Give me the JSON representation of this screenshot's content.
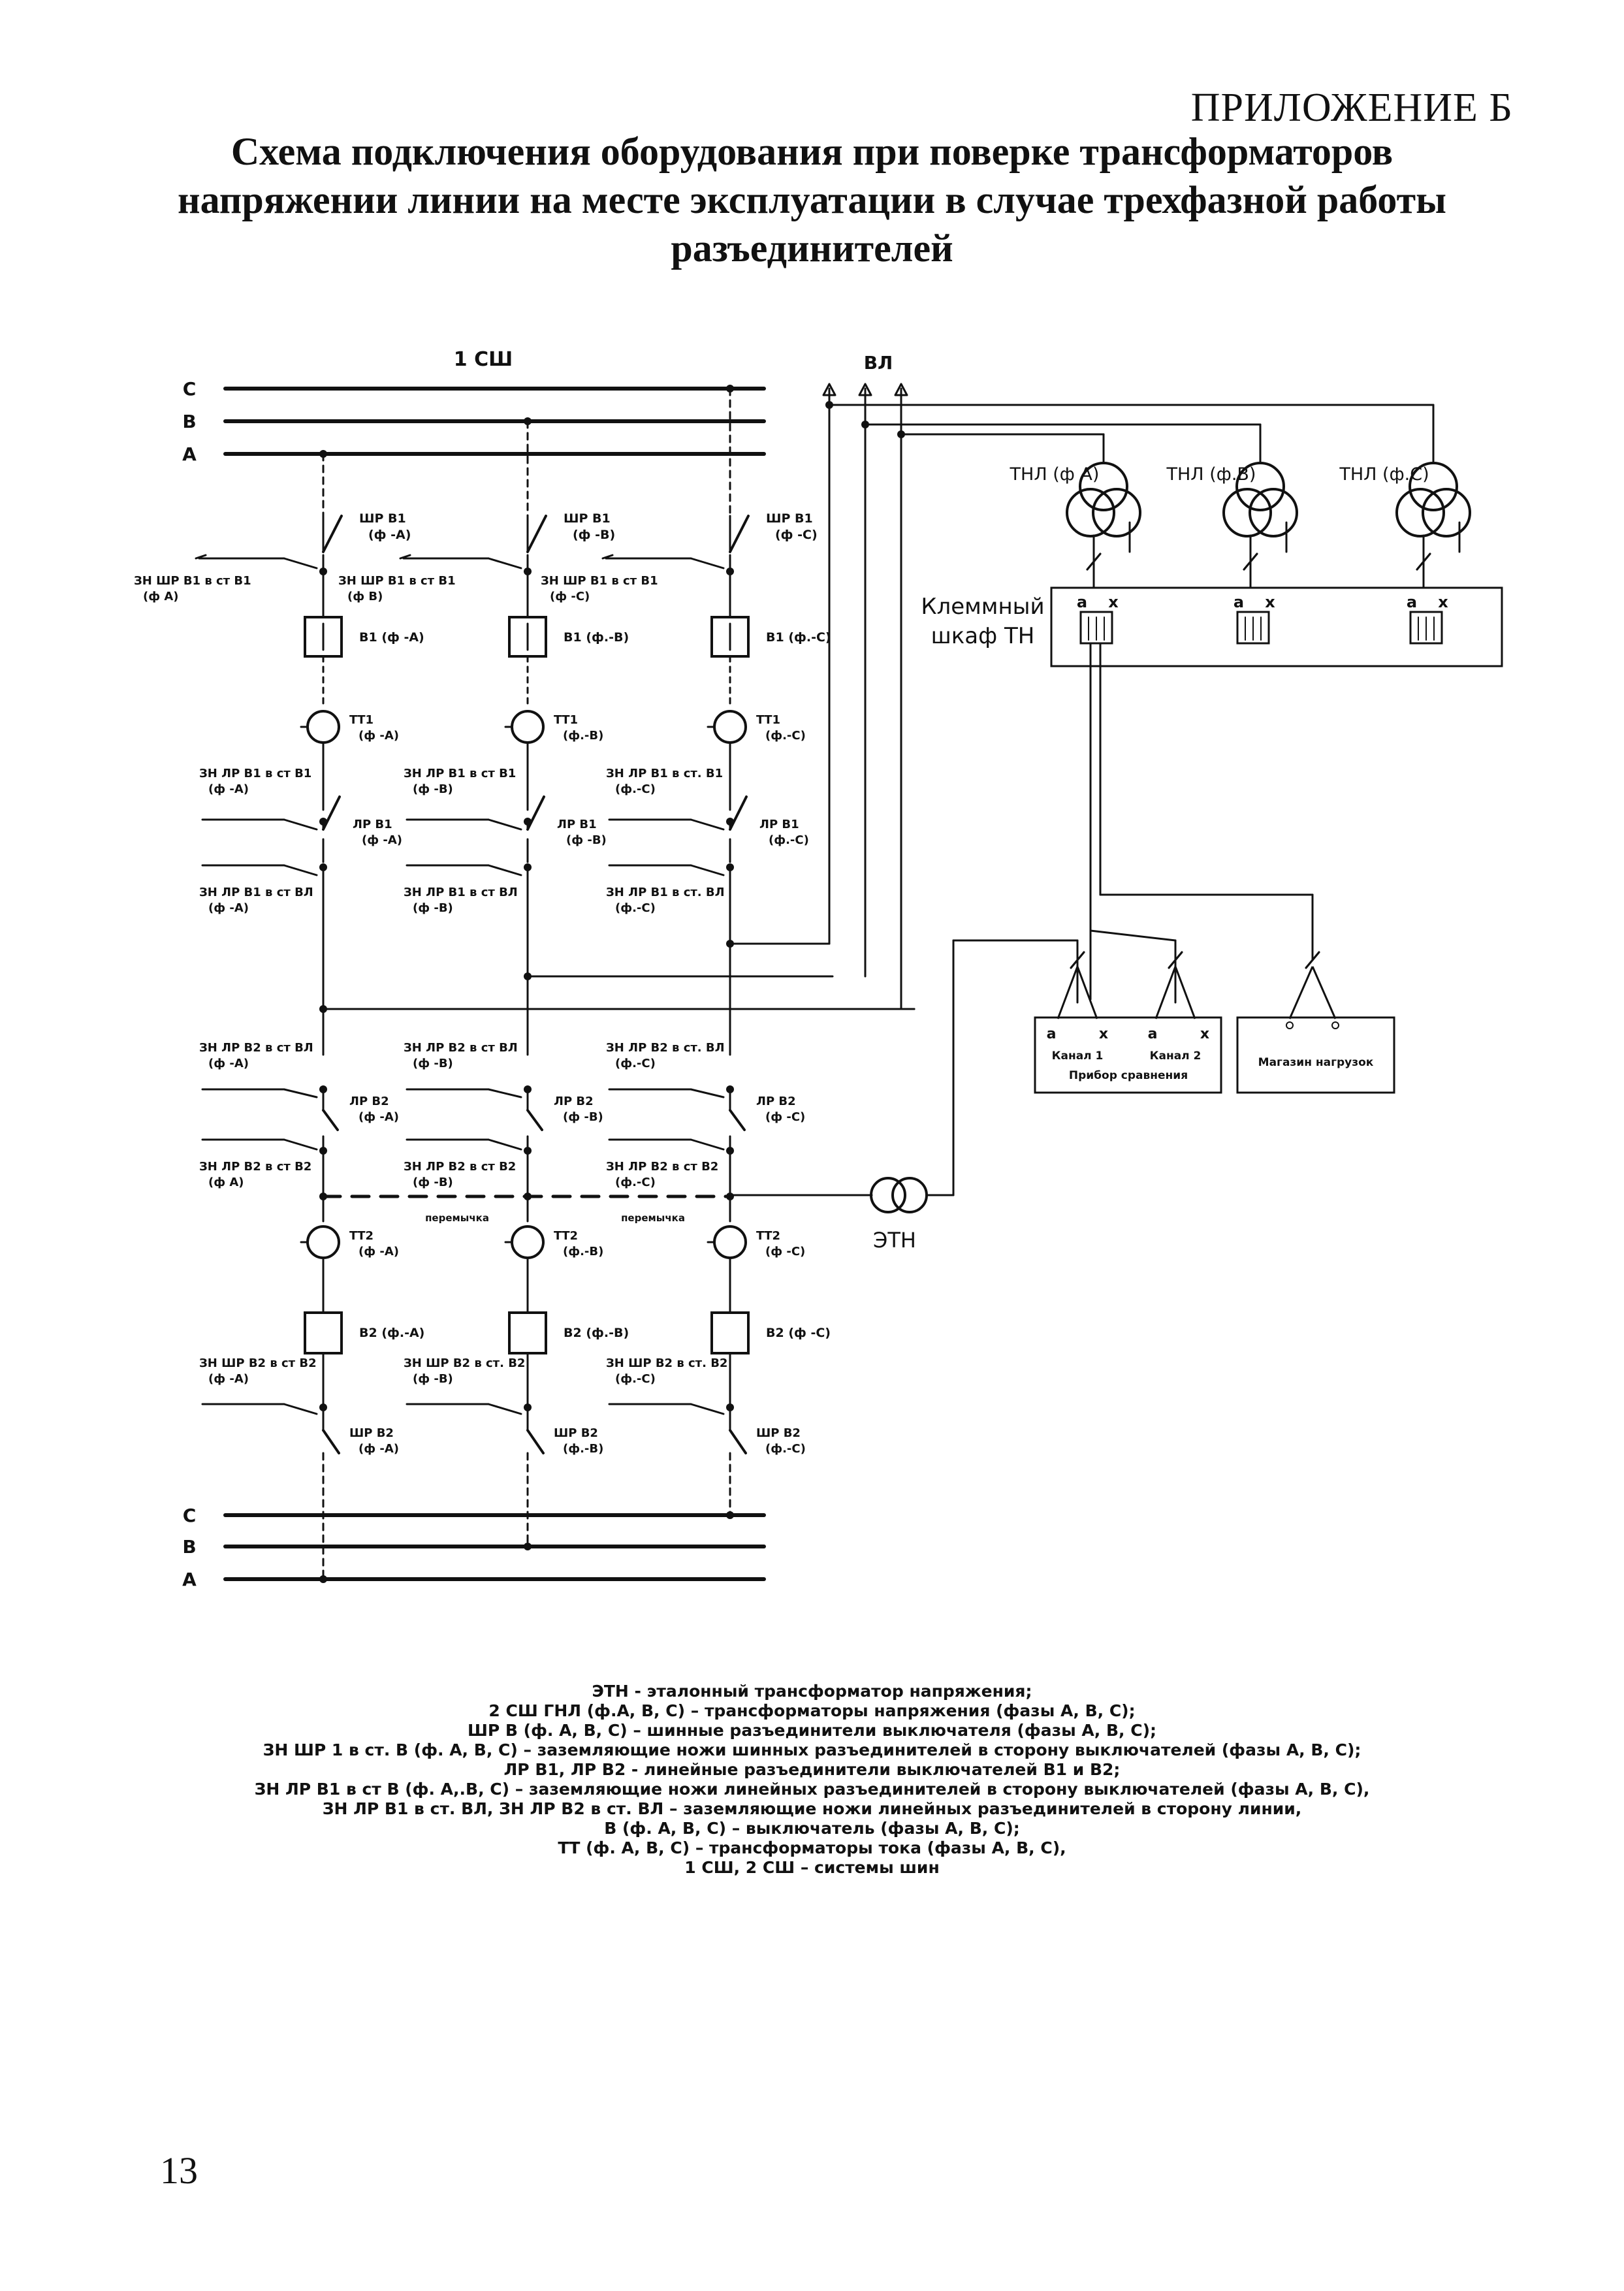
{
  "header": {
    "appendix": "ПРИЛОЖЕНИЕ Б",
    "title_lines": [
      "Схема подключения оборудования при поверке трансформаторов",
      "напряжении линии на месте эксплуатации в случае трехфазной работы",
      "разъединителей"
    ]
  },
  "diagram": {
    "top_bus_label": "1 СШ",
    "vl_label": "ВЛ",
    "phase_letters": [
      "С",
      "В",
      "А"
    ],
    "columns": [
      {
        "shr1": [
          "ШР В1",
          "(ф -А)"
        ],
        "zn_shr1": [
          "ЗН ШР В1 в ст В1",
          "(ф А)"
        ],
        "v1": "В1 (ф -А)",
        "tt1": [
          "ТТ1",
          "(ф -А)"
        ],
        "zn_lr1_v1": [
          "ЗН ЛР В1 в ст В1",
          "(ф -А)"
        ],
        "lr1": [
          "ЛР В1",
          "(ф -А)"
        ],
        "zn_lr1_vl": [
          "ЗН ЛР В1 в ст ВЛ",
          "(ф -А)"
        ],
        "zn_lr2_vl": [
          "ЗН ЛР В2 в ст ВЛ",
          "(ф -А)"
        ],
        "lr2": [
          "ЛР В2",
          "(ф -А)"
        ],
        "zn_lr2_v2": [
          "ЗН ЛР В2 в ст В2",
          "(ф А)"
        ],
        "tt2": [
          "ТТ2",
          "(ф -А)"
        ],
        "v2": "В2 (ф.-А)",
        "zn_shr2": [
          "ЗН ШР В2 в ст В2",
          "(ф -А)"
        ],
        "shr2": [
          "ШР В2",
          "(ф -А)"
        ]
      },
      {
        "shr1": [
          "ШР В1",
          "(ф -В)"
        ],
        "zn_shr1": [
          "ЗН ШР В1 в ст В1",
          "(ф В)"
        ],
        "v1": "В1 (ф.-В)",
        "tt1": [
          "ТТ1",
          "(ф.-В)"
        ],
        "zn_lr1_v1": [
          "ЗН ЛР В1 в ст В1",
          "(ф -В)"
        ],
        "lr1": [
          "ЛР В1",
          "(ф -В)"
        ],
        "zn_lr1_vl": [
          "ЗН ЛР В1 в ст ВЛ",
          "(ф -В)"
        ],
        "zn_lr2_vl": [
          "ЗН ЛР В2 в ст ВЛ",
          "(ф -В)"
        ],
        "lr2": [
          "ЛР В2",
          "(ф -В)"
        ],
        "zn_lr2_v2": [
          "ЗН ЛР В2 в ст В2",
          "(ф -В)"
        ],
        "tt2": [
          "ТТ2",
          "(ф.-В)"
        ],
        "v2": "В2 (ф.-В)",
        "zn_shr2": [
          "ЗН ШР В2 в ст. В2",
          "(ф -В)"
        ],
        "shr2": [
          "ШР В2",
          "(ф.-В)"
        ]
      },
      {
        "shr1": [
          "ШР В1",
          "(ф -С)"
        ],
        "zn_shr1": [
          "ЗН ШР В1 в ст В1",
          "(ф -С)"
        ],
        "v1": "В1 (ф.-С)",
        "tt1": [
          "ТТ1",
          "(ф.-С)"
        ],
        "zn_lr1_v1": [
          "ЗН ЛР В1 в ст. В1",
          "(ф.-С)"
        ],
        "lr1": [
          "ЛР В1",
          "(ф.-С)"
        ],
        "zn_lr1_vl": [
          "ЗН ЛР В1 в ст. ВЛ",
          "(ф.-С)"
        ],
        "zn_lr2_vl": [
          "ЗН ЛР В2 в ст. ВЛ",
          "(ф.-С)"
        ],
        "lr2": [
          "ЛР В2",
          "(ф -С)"
        ],
        "zn_lr2_v2": [
          "ЗН ЛР В2 в ст В2",
          "(ф.-С)"
        ],
        "tt2": [
          "ТТ2",
          "(ф -С)"
        ],
        "v2": "В2 (ф -С)",
        "zn_shr2": [
          "ЗН ШР В2 в ст. В2",
          "(ф.-С)"
        ],
        "shr2": [
          "ШР В2",
          "(ф.-С)"
        ]
      }
    ],
    "jumper_label": "перемычка",
    "etn_label": "ЭТН",
    "tnl_labels": [
      "ТНЛ (ф А)",
      "ТНЛ (ф.В)",
      "ТНЛ (ф.С)"
    ],
    "cabinet_label": [
      "Клеммный",
      "шкаф ТН"
    ],
    "terminal_a": "а",
    "terminal_x": "х",
    "channel1": "Канал 1",
    "channel2": "Канал 2",
    "comparator": "Прибор сравнения",
    "load_box": "Магазин нагрузок"
  },
  "legend": [
    "ЭТН - эталонный трансформатор напряжения;",
    "2 СШ  ГНЛ (ф.А, В, С) –  трансформаторы напряжения (фазы А, В, С);",
    "ШР В (ф. А, В, С) – шинные разъединители выключателя (фазы А, В, С);",
    "ЗН ШР 1 в ст. В (ф. А, В, С) – заземляющие ножи шинных разъединителей в сторону выключателей (фазы А, В, С);",
    "ЛР В1, ЛР В2 - линейные разъединители выключателей В1 и В2;",
    "ЗН ЛР В1 в ст  В (ф. А,.В, С) – заземляющие ножи линейных разъединителей в сторону выключателей (фазы А, В, С),",
    "ЗН ЛР В1 в ст. ВЛ, ЗН ЛР В2 в ст. ВЛ – заземляющие ножи линейных разъединителей в сторону линии,",
    "В (ф. А, В, С) – выключатель (фазы А, В, С);",
    "ТТ (ф. А, В, С) – трансформаторы тока (фазы А, В, С),",
    "1 СШ, 2 СШ – системы шин"
  ],
  "page_number": "13"
}
